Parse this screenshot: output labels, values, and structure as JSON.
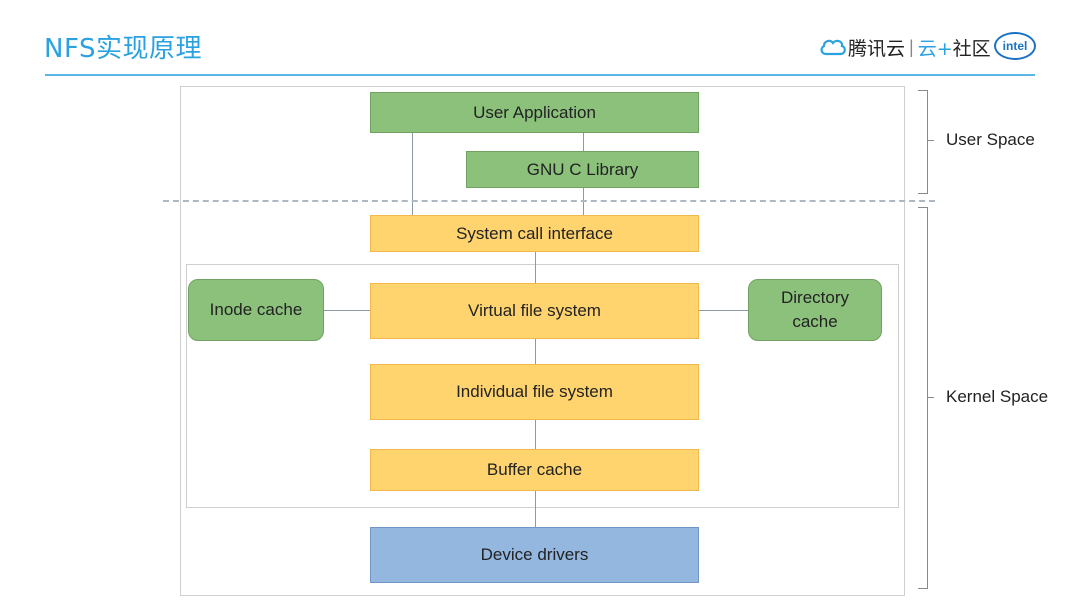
{
  "header": {
    "title": "NFS实现原理",
    "brand_left": "腾讯云",
    "brand_sep": "|",
    "brand_right_accent": "云+",
    "brand_right": "社区",
    "intel": "intel"
  },
  "diagram": {
    "boxes": {
      "user_application": "User Application",
      "gnu_c_library": "GNU C Library",
      "system_call_interface": "System call interface",
      "virtual_file_system": "Virtual file system",
      "individual_file_system": "Individual file system",
      "buffer_cache": "Buffer cache",
      "device_drivers": "Device drivers",
      "inode_cache": "Inode cache",
      "directory_cache": "Directory cache"
    },
    "regions": {
      "user_space": "User Space",
      "kernel_space": "Kernel Space"
    }
  },
  "colors": {
    "title_blue": "#2aa1e0",
    "green_box": "#8cc17c",
    "orange_box": "#ffd36e",
    "blue_box": "#93b7df"
  }
}
